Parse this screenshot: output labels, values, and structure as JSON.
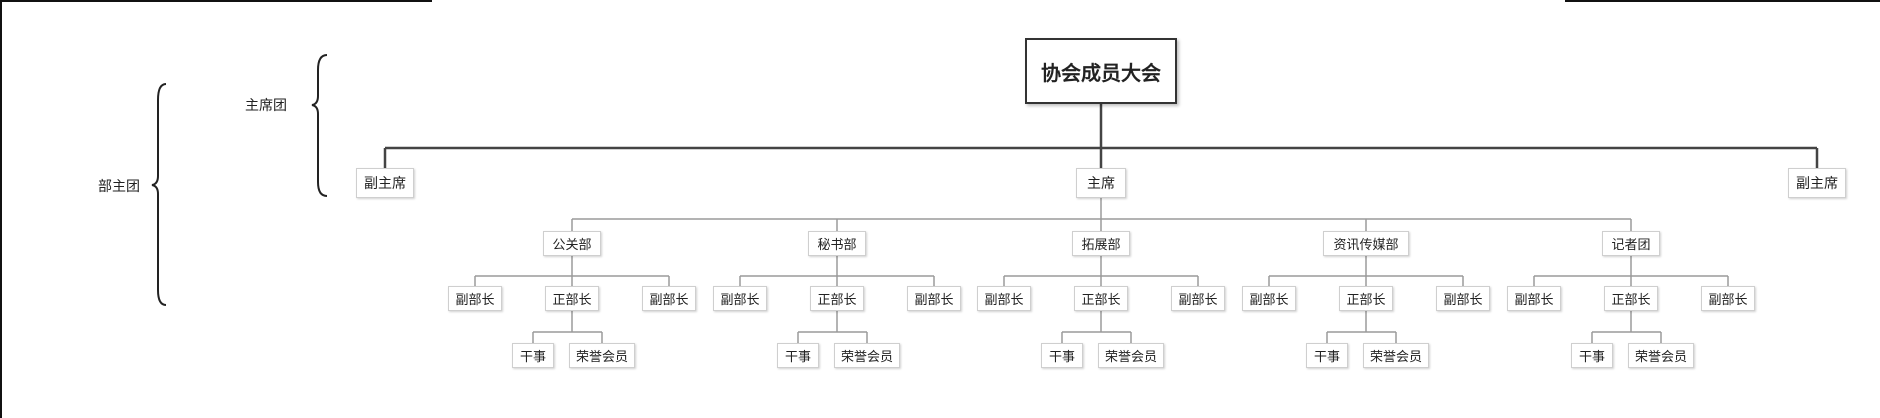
{
  "brackets": {
    "presidium_label": "主席团",
    "department_group_label": "部主团"
  },
  "root": {
    "label": "协会成员大会"
  },
  "top_level": {
    "vice_left": "副主席",
    "president": "主席",
    "vice_right": "副主席"
  },
  "departments": [
    {
      "name": "公关部",
      "vice_left": "副部长",
      "head": "正部长",
      "vice_right": "副部长",
      "staff": "干事",
      "honorary": "荣誉会员"
    },
    {
      "name": "秘书部",
      "vice_left": "副部长",
      "head": "正部长",
      "vice_right": "副部长",
      "staff": "干事",
      "honorary": "荣誉会员"
    },
    {
      "name": "拓展部",
      "vice_left": "副部长",
      "head": "正部长",
      "vice_right": "副部长",
      "staff": "干事",
      "honorary": "荣誉会员"
    },
    {
      "name": "资讯传媒部",
      "vice_left": "副部长",
      "head": "正部长",
      "vice_right": "副部长",
      "staff": "干事",
      "honorary": "荣誉会员"
    },
    {
      "name": "记者团",
      "vice_left": "副部长",
      "head": "正部长",
      "vice_right": "副部长",
      "staff": "干事",
      "honorary": "荣誉会员"
    }
  ]
}
